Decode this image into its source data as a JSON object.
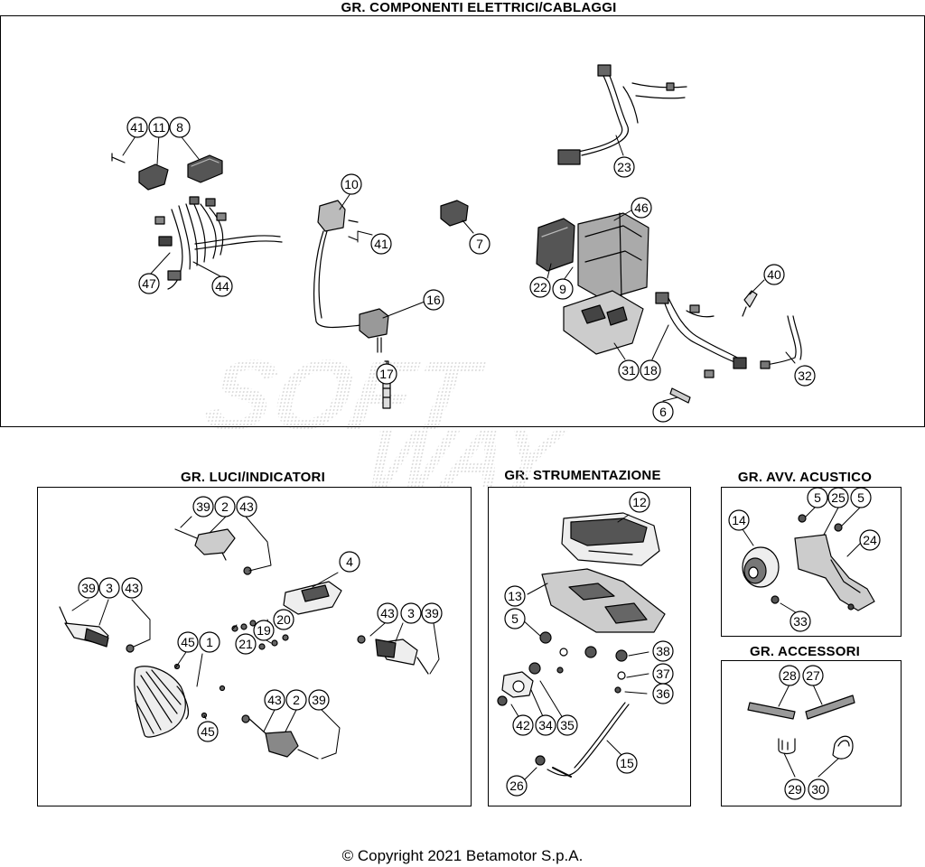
{
  "sections": {
    "electrical": "GR. COMPONENTI ELETTRICI/CABLAGGI",
    "lights": "GR. LUCI/INDICATORI",
    "instruments": "GR. STRUMENTAZIONE",
    "horn": "GR. AVV. ACUSTICO",
    "accessories": "GR. ACCESSORI"
  },
  "watermark": {
    "line1": "SOFT",
    "line2": "WAY"
  },
  "callouts": {
    "electrical": [
      "41",
      "11",
      "8",
      "47",
      "44",
      "10",
      "41",
      "16",
      "17",
      "7",
      "23",
      "46",
      "22",
      "9",
      "31",
      "18",
      "40",
      "32",
      "6"
    ],
    "lights": [
      "39",
      "2",
      "43",
      "4",
      "39",
      "3",
      "43",
      "20",
      "19",
      "21",
      "45",
      "1",
      "43",
      "3",
      "39",
      "45",
      "43",
      "2",
      "39"
    ],
    "instruments": [
      "12",
      "13",
      "5",
      "38",
      "37",
      "36",
      "42",
      "34",
      "35",
      "15",
      "26"
    ],
    "horn": [
      "5",
      "25",
      "5",
      "14",
      "24",
      "33"
    ],
    "accessories": [
      "28",
      "27",
      "29",
      "30"
    ]
  },
  "footer": "© Copyright 2021 Betamotor S.p.A."
}
